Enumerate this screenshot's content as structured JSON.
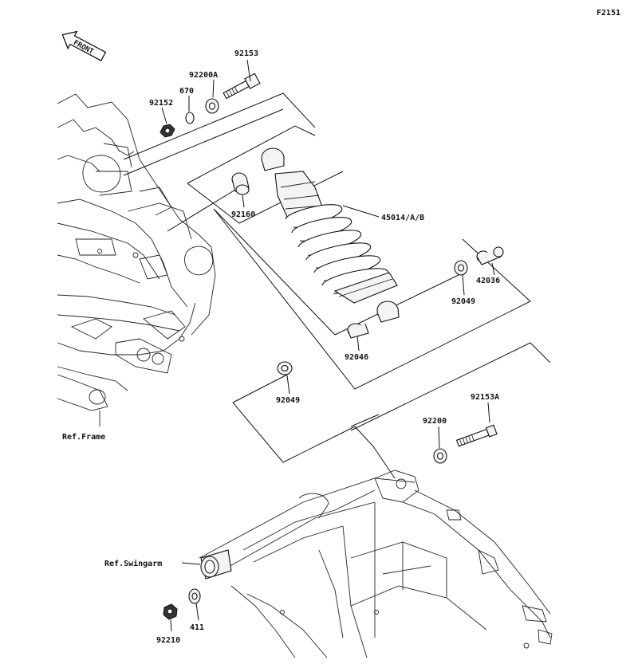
{
  "figure_id": "F2151",
  "front_label": "FRONT",
  "labels": {
    "p92153": "92153",
    "p92200A": "92200A",
    "p670": "670",
    "p92152": "92152",
    "p92160": "92160",
    "p45014": "45014/A/B",
    "p92049_right": "92049",
    "p42036": "42036",
    "p92046": "92046",
    "p92049_left": "92049",
    "ref_frame": "Ref.Frame",
    "p92153A": "92153A",
    "p92200": "92200",
    "ref_swingarm": "Ref.Swingarm",
    "p92210": "92210",
    "p411": "411"
  }
}
